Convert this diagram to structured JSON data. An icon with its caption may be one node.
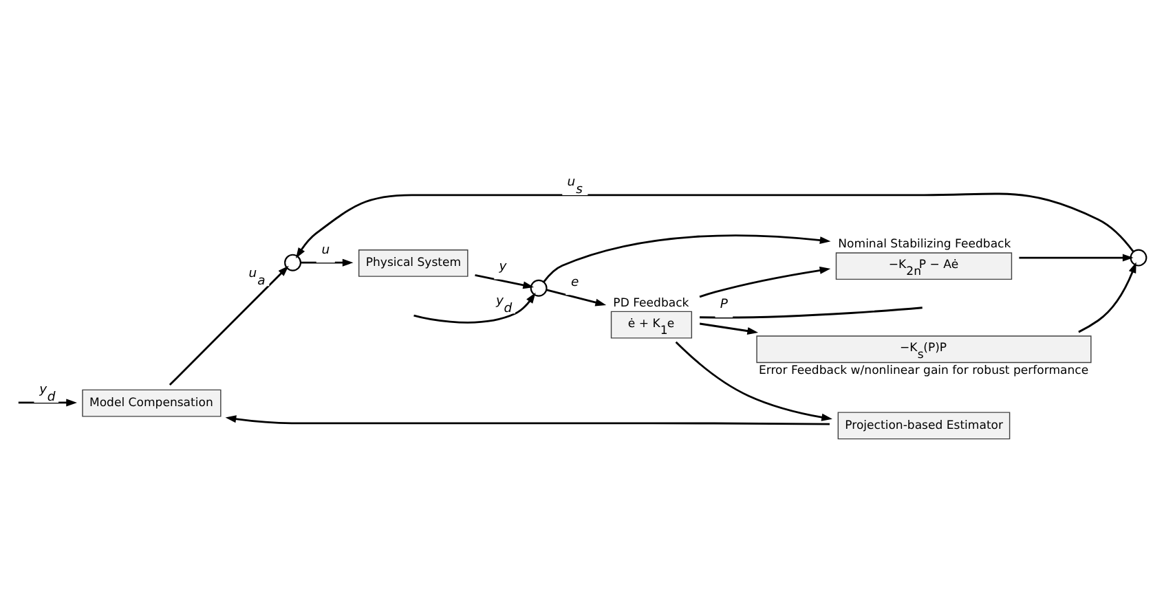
{
  "diagram": {
    "nodes": [
      {
        "text": [
          "Model Compensation"
        ]
      },
      {
        "text": [],
        "shape": "circle"
      },
      {
        "text": [
          "Physical System"
        ]
      },
      {
        "text": [],
        "shape": "circle"
      },
      {
        "text": [
          "PD Feedback",
          "ė + K$_{1}$e"
        ]
      },
      {
        "text": [
          "Nominal Stabilizing Feedback",
          "−K$_{2n}$P − Aė"
        ]
      },
      {
        "text": [],
        "shape": "circle"
      },
      {
        "text": [
          "−K$_{s}$(P)P"
        ],
        "beside": [
          "Error Feedback w/nonlinear gain for robust performance"
        ]
      },
      {
        "text": [
          "Projection-based Estimator"
        ]
      }
    ],
    "edges": [
      {
        "from": null,
        "to": 0,
        "arrow": "to",
        "label": "y$_{d}$"
      },
      {
        "from": null,
        "to": 3,
        "arrow": "to",
        "label": "y$_{d}$"
      },
      {
        "from": 0,
        "to": 1,
        "arrow": "to",
        "label": "u$_{a}$"
      },
      {
        "from": 1,
        "to": 2,
        "arrow": "to",
        "label": "u"
      },
      {
        "from": 2,
        "to": 3,
        "arrow": "to",
        "label": "y"
      },
      {
        "from": 3,
        "to": 4,
        "arrow": "to",
        "label": "e"
      },
      {
        "from": 3,
        "to": 5,
        "arrow": "to"
      },
      {
        "from": 4,
        "to": null,
        "arrow": "none",
        "label": "P"
      },
      {
        "from": 4,
        "to": 5,
        "arrow": "to"
      },
      {
        "from": 4,
        "to": 7,
        "arrow": "to"
      },
      {
        "from": 4,
        "to": 8,
        "arrow": "to"
      },
      {
        "from": 5,
        "to": 6,
        "arrow": "to"
      },
      {
        "from": 7,
        "to": 6,
        "arrow": "to"
      },
      {
        "from": 6,
        "to": 1,
        "arrow": "to",
        "label": "u$_{s}$"
      },
      {
        "from": 8,
        "to": 0,
        "arrow": "to"
      }
    ]
  }
}
